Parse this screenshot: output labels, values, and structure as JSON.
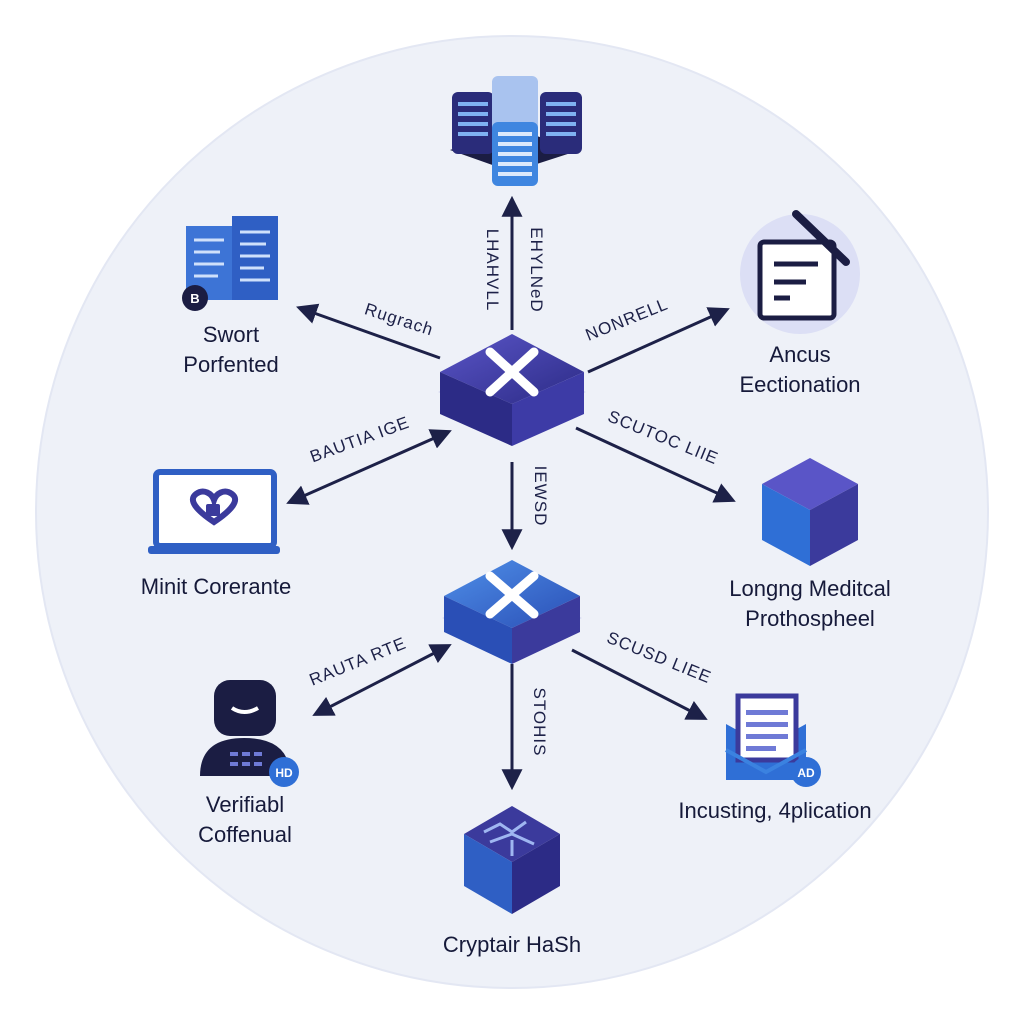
{
  "colors": {
    "background_circle": "#eef1f8",
    "indigo": "#3b3a9c",
    "blue": "#2f6fd6",
    "navy": "#1b1d43",
    "arrow": "#1d2148"
  },
  "nodes": {
    "top": {
      "icon": "server-stack-icon"
    },
    "top_left": {
      "icon": "document-book-icon",
      "badge": "B",
      "line1": "Swort",
      "line2": "Porfented"
    },
    "top_right": {
      "icon": "clipboard-document-icon",
      "line1": "Ancus",
      "line2": "Eectionation"
    },
    "mid_left": {
      "icon": "laptop-heart-icon",
      "line1": "Minit Corerante"
    },
    "mid_right": {
      "icon": "cube-icon",
      "line1": "Longng Meditcal",
      "line2": "Prothospheel"
    },
    "bottom_left": {
      "icon": "user-avatar-icon",
      "badge": "HD",
      "line1": "Verifiabl",
      "line2": "Coffenual"
    },
    "bottom_right": {
      "icon": "envelope-document-icon",
      "badge": "AD",
      "line1": "Incusting, 4plication"
    },
    "bottom": {
      "icon": "chip-cube-icon",
      "line1": "Cryptair HaSh"
    }
  },
  "hubs": {
    "upper": {
      "icon": "x-block-icon"
    },
    "lower": {
      "icon": "x-block-icon"
    }
  },
  "edges": {
    "up_left": "LHAHVLL",
    "up_right": "EHYLNeD",
    "upper_to_top_left": "Rugrach",
    "upper_to_top_right": "NONRELL",
    "upper_to_mid_left": "BAUTIA IGE",
    "upper_to_mid_right": "SCUTOC LIIE",
    "between_hubs": "IEWSD",
    "lower_to_bottom_left": "RAUTA RTE",
    "lower_to_bottom_right": "SCUSD LIEE",
    "lower_to_bottom": "STOHIS"
  }
}
